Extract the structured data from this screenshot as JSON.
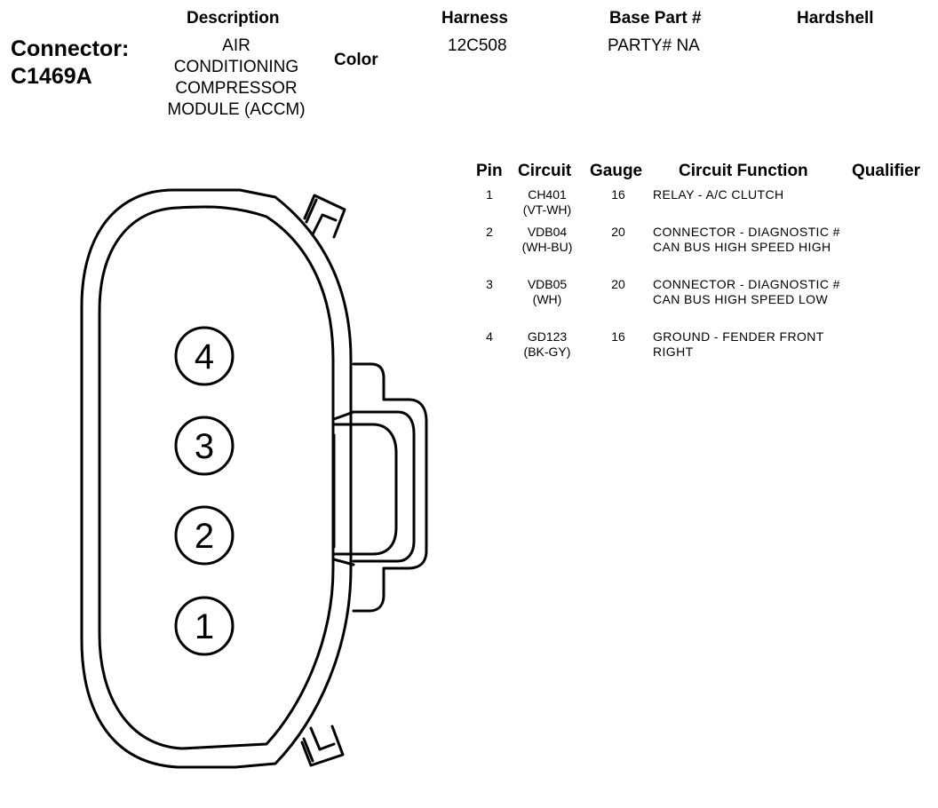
{
  "header": {
    "description_label": "Description",
    "harness_label": "Harness",
    "base_part_label": "Base Part #",
    "hardshell_label": "Hardshell",
    "color_label": "Color"
  },
  "connector": {
    "title_line1": "Connector:",
    "title_line2": "C1469A",
    "description_lines": [
      "AIR",
      "CONDITIONING",
      "COMPRESSOR",
      "MODULE (ACCM)"
    ],
    "harness": "12C508",
    "base_part": "PARTY# NA"
  },
  "table": {
    "headers": {
      "pin": "Pin",
      "circuit": "Circuit",
      "gauge": "Gauge",
      "function": "Circuit Function",
      "qualifier": "Qualifier"
    },
    "rows": [
      {
        "pin": "1",
        "circuit": "CH401",
        "color": "(VT-WH)",
        "gauge": "16",
        "function": "RELAY - A/C CLUTCH"
      },
      {
        "pin": "2",
        "circuit": "VDB04",
        "color": "(WH-BU)",
        "gauge": "20",
        "function": "CONNECTOR - DIAGNOSTIC # CAN BUS HIGH SPEED HIGH"
      },
      {
        "pin": "3",
        "circuit": "VDB05",
        "color": "(WH)",
        "gauge": "20",
        "function": "CONNECTOR - DIAGNOSTIC # CAN BUS HIGH SPEED LOW"
      },
      {
        "pin": "4",
        "circuit": "GD123",
        "color": "(BK-GY)",
        "gauge": "16",
        "function": "GROUND - FENDER FRONT RIGHT"
      }
    ]
  },
  "diagram": {
    "pin_labels": [
      "4",
      "3",
      "2",
      "1"
    ]
  }
}
